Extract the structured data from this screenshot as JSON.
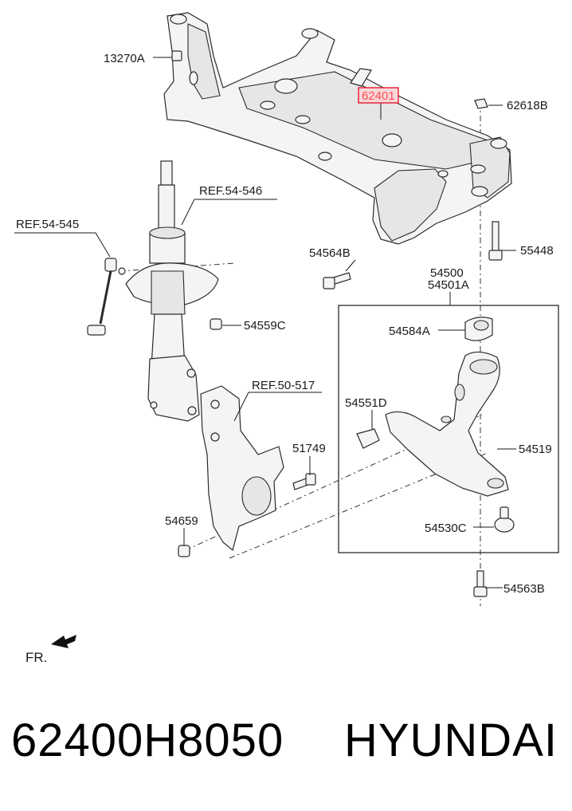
{
  "labels": {
    "p13270A": "13270A",
    "p62401": "62401",
    "p62618B": "62618B",
    "ref54546": "REF.54-546",
    "ref54545": "REF.54-545",
    "p54564B": "54564B",
    "p55448": "55448",
    "p54500": "54500",
    "p54501A": "54501A",
    "p54559C": "54559C",
    "p54584A": "54584A",
    "ref50517": "REF.50-517",
    "p54551D": "54551D",
    "p51749": "51749",
    "p54519": "54519",
    "p54659": "54659",
    "p54530C": "54530C",
    "p54563B": "54563B",
    "fr": "FR."
  },
  "caption": {
    "part_number": "62400H8050",
    "brand": "HYUNDAI"
  },
  "colors": {
    "highlight_box": "#e8192c",
    "highlight_fill": "#f7d7da",
    "highlight_text": "#ff4d4d"
  }
}
